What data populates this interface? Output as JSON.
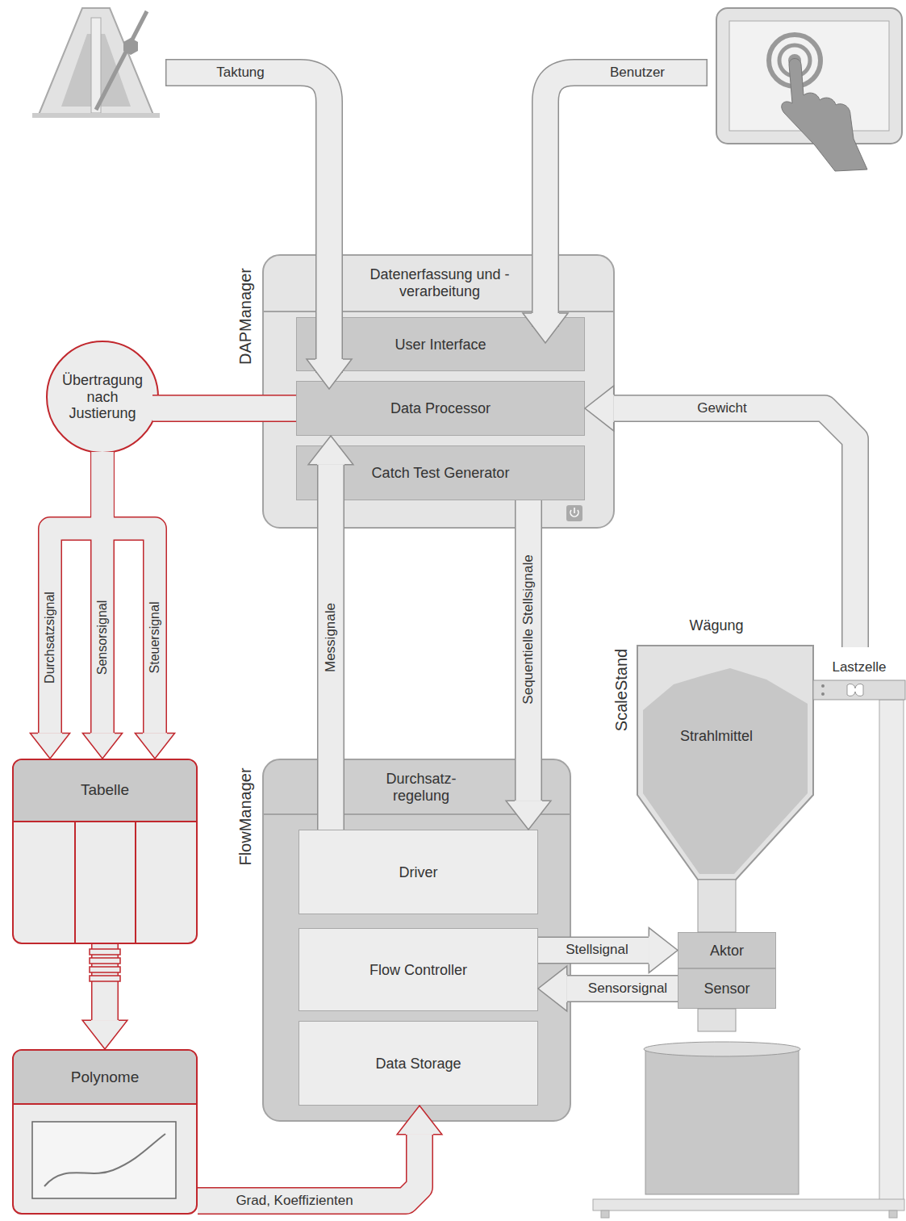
{
  "diagram": {
    "nodes": [
      {
        "text": [
          "DAPManager",
          "Datenerfassung und -verarbeitung"
        ]
      },
      {
        "text": [
          "User Interface"
        ],
        "in": 0
      },
      {
        "text": [
          "Data Processor"
        ],
        "in": 0
      },
      {
        "text": [
          "Catch Test Generator"
        ],
        "in": 0
      },
      {
        "text": [
          "Übertragung nach Justierung"
        ]
      },
      {
        "text": [
          "Tabelle"
        ]
      },
      {
        "text": [
          "Polynome"
        ]
      },
      {
        "text": [
          "FlowManager",
          "Durchsatz- regelung"
        ]
      },
      {
        "text": [
          "Driver"
        ],
        "in": 7
      },
      {
        "text": [
          "Flow Controller"
        ],
        "in": 7
      },
      {
        "text": [
          "Data Storage"
        ],
        "in": 7
      },
      {
        "text": [
          "Wägung",
          "ScaleStand",
          "Strahlmittel"
        ]
      },
      {
        "text": [
          "Aktor"
        ]
      },
      {
        "text": [
          "Sensor"
        ]
      }
    ],
    "edges": [
      {
        "from": 11,
        "to": 2,
        "label": "Gewicht",
        "arrow": "to"
      },
      {
        "from": 8,
        "to": 2,
        "label": "Messignale",
        "arrow": "to"
      },
      {
        "from": 3,
        "to": 8,
        "label": "Sequentielle Stellsignale",
        "arrow": "to"
      },
      {
        "from": 9,
        "to": 12,
        "label": "Stellsignal",
        "arrow": "to"
      },
      {
        "from": 13,
        "to": 9,
        "label": "Sensorsignal",
        "arrow": "to"
      },
      {
        "from": 4,
        "to": 2,
        "arrow": "none"
      },
      {
        "from": 4,
        "to": 5,
        "label": "Durchsatzsignal",
        "arrow": "to"
      },
      {
        "from": 4,
        "to": 5,
        "label": "Sensorsignal",
        "arrow": "to"
      },
      {
        "from": 4,
        "to": 5,
        "label": "Steuersignal",
        "arrow": "to"
      },
      {
        "from": 5,
        "to": 6,
        "arrow": "to"
      },
      {
        "from": 6,
        "to": 10,
        "label": "Grad, Koeffizienten",
        "arrow": "to"
      }
    ],
    "labels": [
      "Taktung",
      "Benutzer",
      "Lastzelle"
    ]
  }
}
